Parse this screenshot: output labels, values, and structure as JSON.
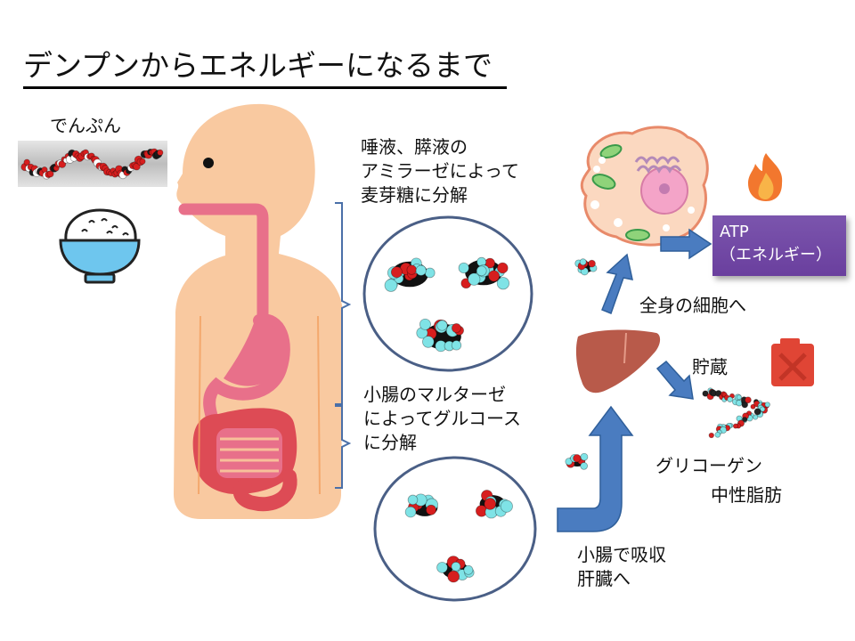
{
  "title": "デンプンからエネルギーになるまで",
  "starch_label": "でんぷん",
  "saliva_text": {
    "line1": "唾液、膵液の",
    "line2": "アミラーゼによって",
    "line3": "麦芽糖に分解"
  },
  "intestine_text": {
    "line1": "小腸のマルターゼ",
    "line2": "によってグルコース",
    "line3": "に分解"
  },
  "atp_box": {
    "line1": "ATP",
    "line2": "（エネルギー）"
  },
  "to_cells_label": "全身の細胞へ",
  "storage_label": "貯蔵",
  "glycogen_label": "グリコーゲン",
  "fat_label": "中性脂肪",
  "absorption_text": {
    "line1": "小腸で吸収",
    "line2": "肝臓へ"
  },
  "colors": {
    "arrow_blue": "#4a7cc0",
    "circle_border": "#4a5f86",
    "atp_purple": "#6f46a3",
    "skin": "#f9c9a0",
    "digestive_pink": "#e8708a",
    "intestine_red": "#dd4b55",
    "liver": "#b85a4a",
    "fire_orange": "#f2772e",
    "fuel_can_red": "#e04535",
    "molecule_red": "#d71e1e",
    "molecule_cyan": "#7fe3e6"
  }
}
